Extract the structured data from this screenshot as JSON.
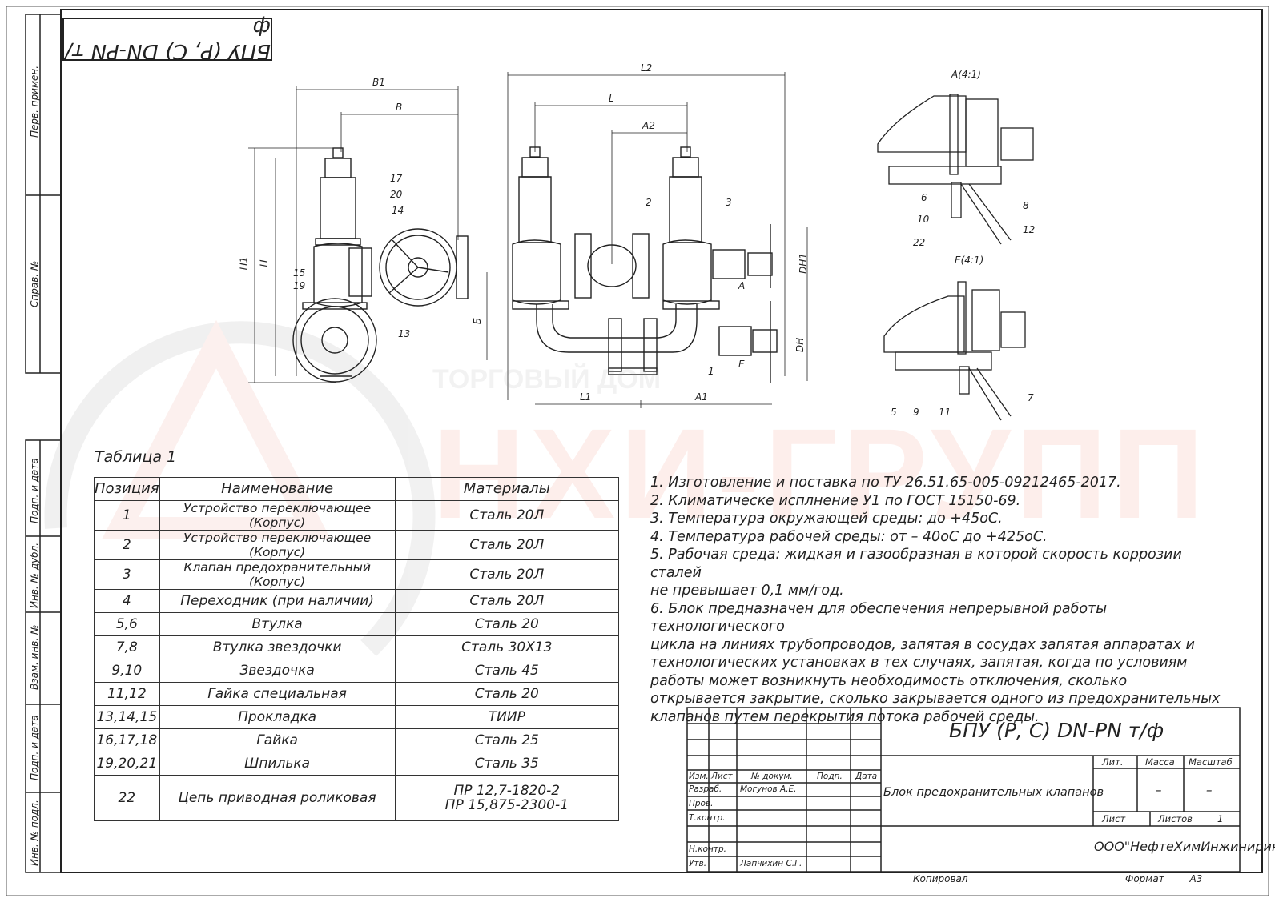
{
  "stamp_title": "БПУ (Р, С) DN-PN т/ф",
  "watermark": {
    "big": "НХИ-ГРУПП",
    "small": "ТОРГОВЫЙ ДОМ"
  },
  "margin_labels": [
    "Перв. примен.",
    "Справ. №",
    "Подп. и дата",
    "Инв. № дубл.",
    "Взам. инв. №",
    "Подп. и дата",
    "Инв. № подл."
  ],
  "drawing_labels": {
    "dims": [
      "B1",
      "B",
      "H1",
      "H",
      "L2",
      "L",
      "A2",
      "Б",
      "L1",
      "A1",
      "DH1",
      "DH"
    ],
    "callouts": [
      "17",
      "20",
      "14",
      "15",
      "19",
      "13",
      "2",
      "3",
      "1",
      "А",
      "Е"
    ],
    "view_a_title": "А(4:1)",
    "view_e_title": "Е(4:1)",
    "view_a_callouts": [
      "6",
      "8",
      "10",
      "12",
      "22"
    ],
    "view_e_callouts": [
      "5",
      "9",
      "11",
      "7"
    ]
  },
  "table": {
    "caption": "Таблица 1",
    "headers": [
      "Позиция",
      "Наименование",
      "Материалы"
    ],
    "rows": [
      {
        "pos": "1",
        "name": "Устройство переключающее (Корпус)",
        "mat": "Сталь 20Л"
      },
      {
        "pos": "2",
        "name": "Устройство переключающее (Корпус)",
        "mat": "Сталь 20Л"
      },
      {
        "pos": "3",
        "name": "Клапан предохранительный (Корпус)",
        "mat": "Сталь 20Л"
      },
      {
        "pos": "4",
        "name": "Переходник (при наличии)",
        "mat": "Сталь 20Л"
      },
      {
        "pos": "5,6",
        "name": "Втулка",
        "mat": "Сталь 20"
      },
      {
        "pos": "7,8",
        "name": "Втулка звездочки",
        "mat": "Сталь 30Х13"
      },
      {
        "pos": "9,10",
        "name": "Звездочка",
        "mat": "Сталь 45"
      },
      {
        "pos": "11,12",
        "name": "Гайка специальная",
        "mat": "Сталь 20"
      },
      {
        "pos": "13,14,15",
        "name": "Прокладка",
        "mat": "ТИИР"
      },
      {
        "pos": "16,17,18",
        "name": "Гайка",
        "mat": "Сталь 25"
      },
      {
        "pos": "19,20,21",
        "name": "Шпилька",
        "mat": "Сталь 35"
      }
    ],
    "last_row": {
      "pos": "22",
      "name": "Цепь приводная роликовая",
      "mat1": "ПР 12,7-1820-2",
      "mat2": "ПР 15,875-2300-1"
    }
  },
  "notes": [
    "1. Изготовление и поставка по ТУ 26.51.65-005-09212465-2017.",
    "2. Климатическе исплнение У1 по ГОСТ 15150-69.",
    "3. Температура окружающей среды: до +45оС.",
    "4. Температура рабочей среды: от – 40оС до +425оС.",
    "5. Рабочая среда: жидкая и газообразная в которой скорость коррозии сталей",
    "не превышает 0,1 мм/год.",
    "6. Блок предназначен для обеспечения непрерывной работы технологического",
    "цикла на линиях трубопроводов, запятая в сосудах запятая аппаратах и",
    "технологических установках в тех случаях, запятая, когда по условиям",
    "работы может возникнуть необходимость отключения, сколько",
    "открывается закрытие, сколько закрывается одного из предохранительных",
    "клапанов путем перекрытия потока рабочей среды."
  ],
  "title_block": {
    "designation": "БПУ (Р, С) DN-PN т/ф",
    "name": "Блок предохранительных клапанов",
    "cols": [
      "Изм.",
      "Лист",
      "№ докум.",
      "Подп.",
      "Дата"
    ],
    "roles": {
      "razrab": "Разраб.",
      "prov": "Пров.",
      "tkontr": "Т.контр.",
      "nkontr": "Н.контр.",
      "utv": "Утв."
    },
    "razrab_name": "Могунов А.Е.",
    "utv_name": "Лапчихин С.Г.",
    "lit": "Лит.",
    "massa": "Масса",
    "masshtab": "Масштаб",
    "massa_val": "–",
    "masshtab_val": "–",
    "list": "Лист",
    "listov": "Листов",
    "listov_val": "1",
    "company": "ООО\"НефтеХимИнжиниринг\"",
    "kopiroval": "Копировал",
    "format": "Формат",
    "format_val": "А3"
  }
}
